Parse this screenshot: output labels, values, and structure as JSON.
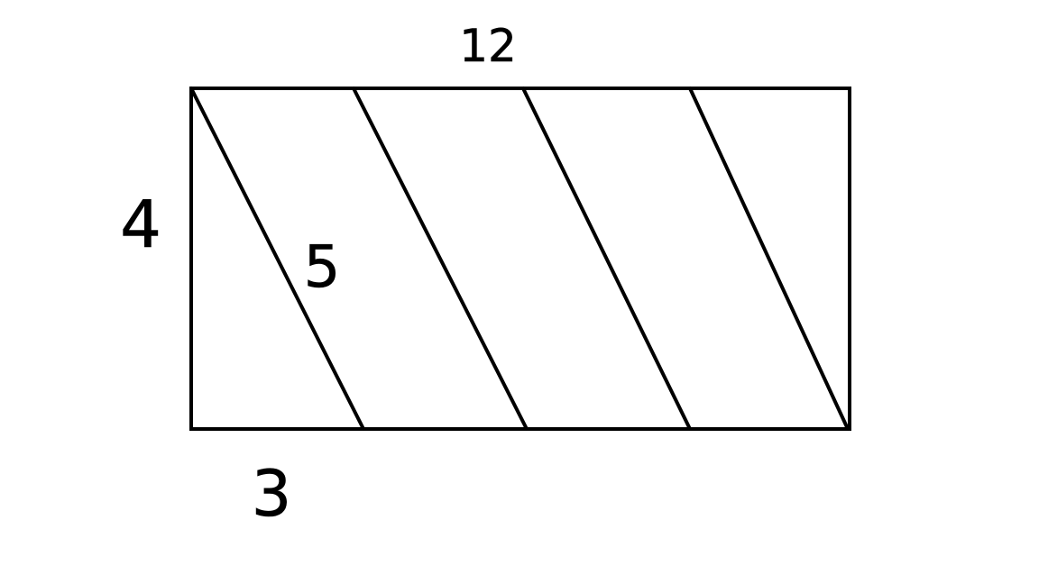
{
  "diagram": {
    "labels": {
      "top": "12",
      "left": "4",
      "diagonal": "5",
      "bottom": "3"
    },
    "colors": {
      "stroke": "#000000",
      "background": "#ffffff"
    }
  }
}
